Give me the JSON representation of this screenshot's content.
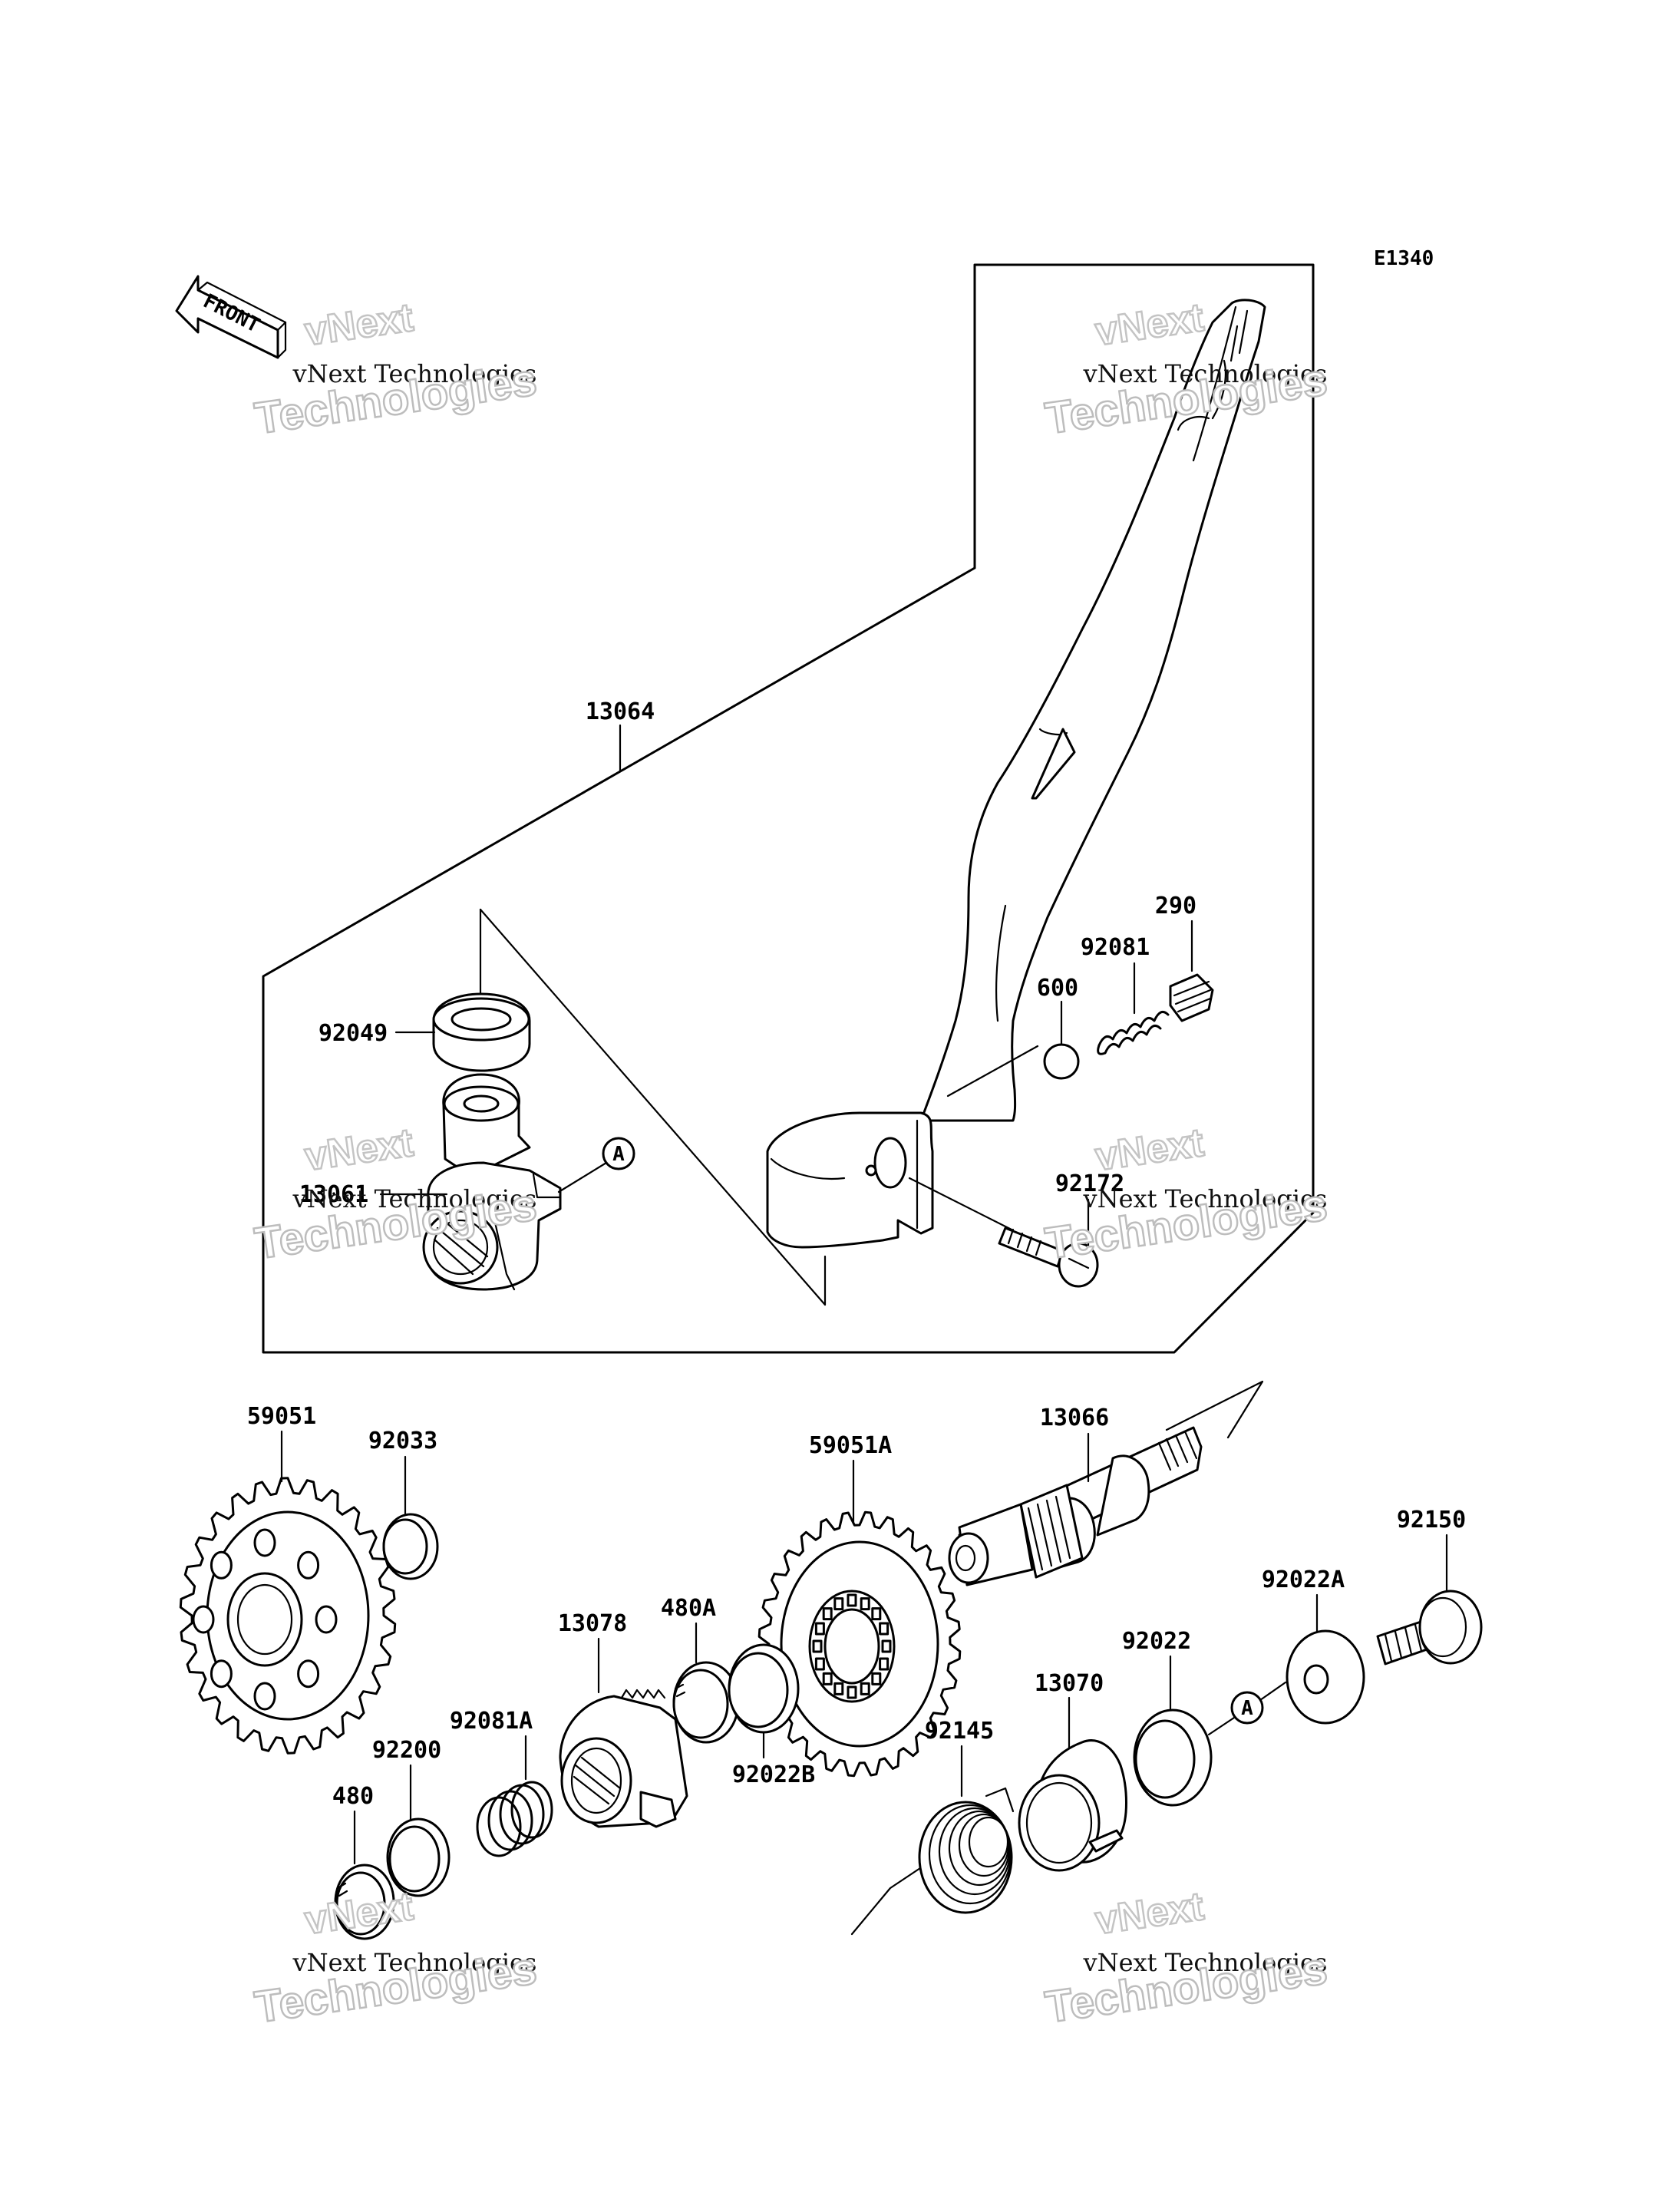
{
  "diagram": {
    "code": "E1340",
    "front_label": "FRONT",
    "ref_marker": "A",
    "watermark": {
      "line0": "vNext",
      "line1": "vNext Technologies",
      "line2": "Technologies"
    },
    "parts": {
      "p13064": "13064",
      "p92049": "92049",
      "p13061": "13061",
      "p290": "290",
      "p92081": "92081",
      "p600": "600",
      "p92172": "92172",
      "p59051": "59051",
      "p92033": "92033",
      "p13066": "13066",
      "p59051A": "59051A",
      "p92150": "92150",
      "p92022A": "92022A",
      "p13078": "13078",
      "p480A": "480A",
      "p92022": "92022",
      "p13070": "13070",
      "p92081A": "92081A",
      "p92200": "92200",
      "p92022B": "92022B",
      "p92145": "92145",
      "p480": "480"
    }
  }
}
